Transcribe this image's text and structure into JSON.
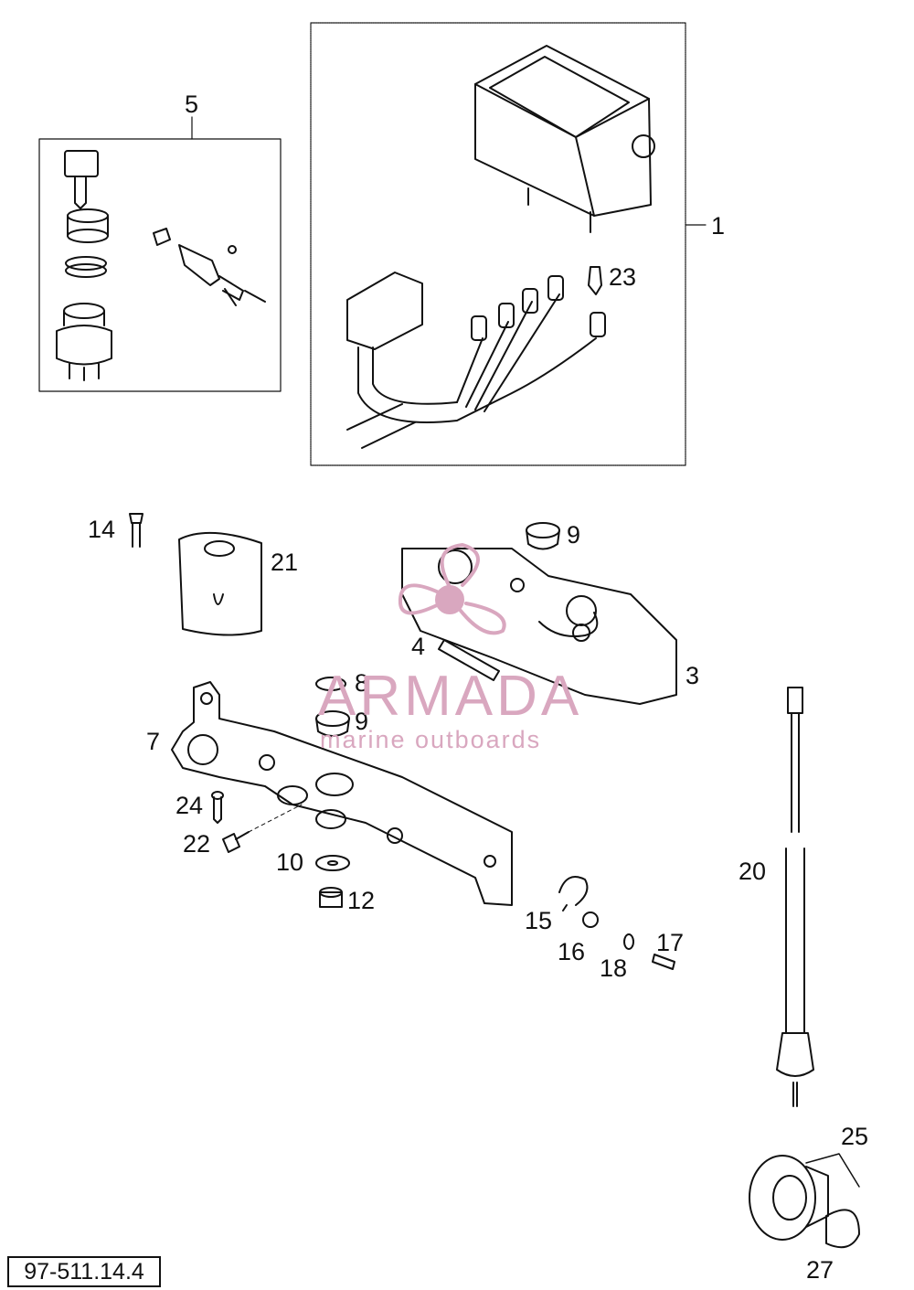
{
  "callouts": {
    "c1": "1",
    "c3": "3",
    "c4": "4",
    "c5": "5",
    "c7": "7",
    "c8": "8",
    "c9a": "9",
    "c9b": "9",
    "c10": "10",
    "c12": "12",
    "c14": "14",
    "c15": "15",
    "c16": "16",
    "c17": "17",
    "c18": "18",
    "c20": "20",
    "c21": "21",
    "c22": "22",
    "c23": "23",
    "c24": "24",
    "c25": "25",
    "c27": "27"
  },
  "watermark": {
    "title": "ARMADA",
    "subtitle": "marine outboards",
    "color": "#d9a7bf"
  },
  "reference": "97-511.14.4"
}
